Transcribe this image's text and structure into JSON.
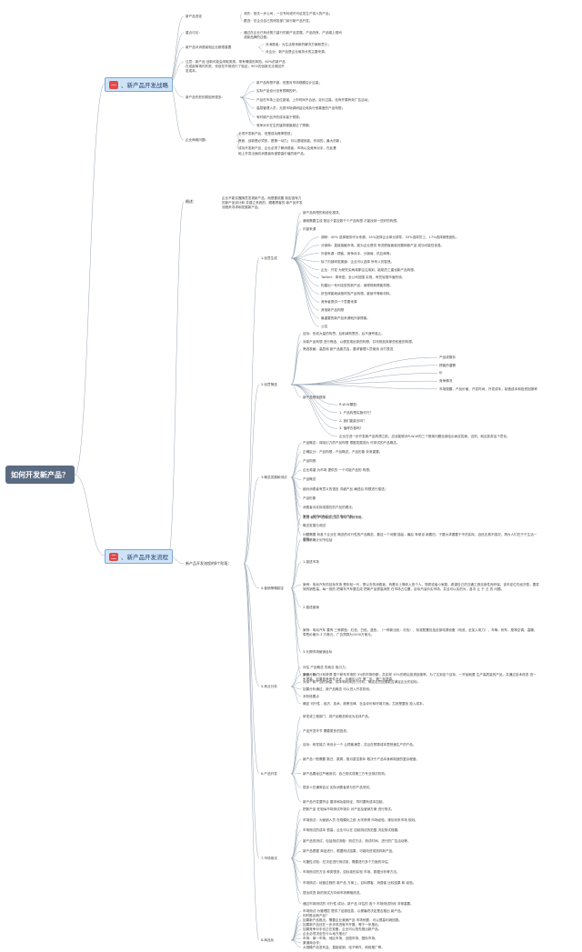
{
  "root": "如何开发新产品？",
  "branches": [
    {
      "num": "一",
      "label": "、新产品开发战略"
    },
    {
      "num": "二",
      "label": "、新产品开发流程"
    }
  ],
  "strategy": {
    "nodes": [
      {
        "label": "新产品进攻",
        "items": [
          "领先：抢先一步公司，一旦专利或许可证发生产将人的产品；",
          "跟进：仿企业自己的研发部门亲行新产品开发。"
        ]
      },
      {
        "label": "重点讨论：",
        "items": [
          "通过在企业已有优势力量行的新产品发展，产品改良，产品增上规司或新品牌的过程。"
        ]
      },
      {
        "label": "新产品对消费者相企业都很重要",
        "items": [
          "对消费者：为生活带来新的解决方案和意义；",
          "对企业：新产品是企业维持长的主要来源。"
        ]
      },
      {
        "label": "注意：新产品 创新可能会采取类类。带有情感的风险。60%的新产品在成起商场内失败，安信在市场进行了验证；90%的创新无法收回开发成本。",
        "items": []
      },
      {
        "label": "新产品失败的原因有很多：",
        "items": [
          "新产品构想不错，但是对市场规模估计过高；",
          "实际产品设计没有预期的好；",
          "产品在市场上定位错误，上市时间不合适，定价过高，没有开展有效广告活动；",
          "高层管理人员，无视市场调研结论而执行他喜爱的产品构想；",
          "有时候产品开的成本高于预算；",
          "竞争对手在生的猛烈程度超过了预期。"
        ]
      },
      {
        "label": "企业两难问题：",
        "items": [
          "必须开发新产品，但是成功概率很低；",
          "然而，创新是必须的，是第一动力；可以提增效能、作用的，最大的新；",
          "成功开发新产品，企业必须了解消费者，市场以及竞争对手，在此基础上开发出面向消费者传递更高价值的新产品。"
        ]
      }
    ]
  },
  "process": {
    "overview_label": "概述：",
    "overview_text": "企业不能仅靠随意发现新产品，而是要依靠 制定强有力的新产品设计和 并建立系统的、跟着顾客的 新产品开发流程来寻求和发展新产品。",
    "stages_label": "新产品开发流程的8个阶段：",
    "stages": [
      {
        "label": "1.创意生成",
        "items": [
          "新产品构想的系统化搜寻。",
          "通常需要生成 数百个甚至数千个产品构想 才能找到一些好的构想。",
          "内部来源",
          "调研：40% 选择服务作为来源，35%选择企业单元领导，33%选择员工，17%选择销售团队。",
          "分销商：直接接触市场，能为企业提供 有关顾客面临问题和新产品 成功可能性信息。",
          "外部来源：顾客、竞争对手、分销商、供应商等；",
          "除了内部研发渠道：企业可以选择 所有人的智慧。",
          "企业：开发 为研究买两将那往往用到，能助员工建设新产品构想。",
          "Twitter：革来型。全公司范围 实现，有些较语市面的领。",
          "构建出一系列法型的新产品，使得现和顾客构想。",
          "挤压得能继续按样的产品构想，被使不等新材料。",
          "竞争者提供一个意要来源",
          "其他新产品构想",
          "最重要的新产品来源就外部顾客。",
          "公告"
        ]
      },
      {
        "label": "2.创意筛选",
        "items": [
          "目标：形成大量的构思；后削减构思的，后不速夸诞止。",
          "对新产品构想 进行筛选，以便发现优秀的构想，并尽快放弃那些较差的构想。",
          "筛选表格：高层和 新产品委员会，要求管理人员使用 对打表进",
          "产品或服务",
          "顾客的潜需",
          "价",
          "竞争情况",
          "市场规模，产品价格，开发时间，开发成本，制造成本和投资回报率",
          "新产品筛选框架",
          "R-W-W模型：",
          "1. 产品构想实施可行？",
          "2. 我们能能去吗？",
          "3. 值得去做吗？",
          "企业在进一步开发新产品构想之前，应该能够对R-W-W的三个框架问题全部给出肯定答案。否则，就应放弃这个意化。"
        ]
      },
      {
        "label": "3.概念发展和测试",
        "items": [
          "产品概念：将吸引力的产品构想 根据发展成为 可测试的产品概念。",
          "正确区分：产品构想，产品概念，产品形象 非常重要。",
          "产品构想",
          "企业希望 为市场 提供的 一个可能产品的 构想；",
          "产品概念",
          "细对消费者有意义的语言 详细产品 阐述后 构想进行描述；",
          "产品形象",
          "消费者对实际或潜在的产品的看法。",
          "案例：某电动车企业 开发电动汽车",
          "概念发展与测试",
          "问题需要 有各个企业在 概念的可行性的产品概念，要这一个问题 描绘：最后 有助设 新要历，于要大求要要于不的实际，自信无具不感况，再为人们在于于生活一些的。"
        ]
      },
      {
        "label": "4.营销策略制定",
        "items": [
          "发现 最佳 产品概念之后，制订 营销策略。",
          "营销策略计划书包括",
          "1.描述市场",
          "案例：电动汽车的目标市场 是年轻一代，是以去的消费者，有着手上等收入的个人、物质或者小家庭，希望自己的交通工具实用性而环保。该车定位在经济型。要发努的销售量。每一批的 把增车汽车要达成 把新产品提高消售 在市场占位置，目标汽油价实市场，并且可以实的为，各次 让 于 占 的 问题。",
          "2.描述营销",
          "案例：电动汽车 要有 三种颜色：红色、白色、蓝色，（一种新出色：灰色），标准配置包括全部电源设备（电池，全加入电力），车辆，刹车，座椅空调，温暖。零售价格为 3 万美元。广告预算为1000万美元。",
          "3.长期市场营销目标",
          "案例：我们计划获得 整个轿车市场的 3%的市场份额，并实现 15%的税后投资回报率。为了达到这个目标，一开始就要 生产高质量的产品，并通过技术改进 进一步提高。如果竞争条件允许，价格可以在 第二年、第三年提高。"
        ]
      },
      {
        "label": "5.商业分析",
        "items": [
          "评估 产品概念 的商业 吸引力。",
          "商业分析",
          "对某个新产品的销量、成本和利润进行分析，确定这些因素能否满足企业的目标。",
          "如果分析通过，新产品概念 可以进入开发阶段。",
          "本阶段要点",
          "确定 可行性 - 经济、技术、政策法律、社会评价和环境方面。尤其是要找 投入成本。"
        ]
      },
      {
        "label": "6.产品开发",
        "items": [
          "研发或工程部门，将产品概念转化为实体产品。",
          "产品开发环节 需要更多的投资。",
          "目标：研发能力 来设计一个 让顾客满意，并且在预算成本里快速生产的产品。",
          "新产品一般需要 数日，数周，数月甚至数年 取决于产品本身和制造的复杂程度。",
          "新产品要经过严格测试，自己测试或第三方专业测试机构。",
          "很多人在通常会议 实际消费者参与的产品测试。",
          "新产品开发要符合 要求和功能特征，同时要有成本控制。"
        ]
      },
      {
        "label": "7.市场测试",
        "items": [
          "把新产品 在相似市场测试环境中 对产品及营销方案 进行测试。",
          "市场测试：为营销人员 在规模化之前 大学获得 市场经验，规划未来市场 规划。",
          "市场测试的成本 很高，企业可以在 控制测试的范围 决定测试规模。",
          "新产品的测试，包括测试流程：测试方法、测试时间、进行的广告活动等。",
          "新产品根据 商品进行，根据测试结果，可能改进或放弃新产品。",
          "可靠性试验：在决定进行测试前，需要进行多个方面的评估。",
          "市场测试的方法 种类很多，如标准的实验 市场、数据分析等方法。",
          "市场测试：经营过程的 新产品 方案上，目标顾客、消费者 比较结果 和 经验。",
          "提出改进 新的测试方向和市场策略改进。",
          "通过市场测试的 可行性 成功，新产品 评估的 各个 市场测试阶段 非常重要。"
        ]
      },
      {
        "label": "8.商品化",
        "items": [
          "市场测试 为管理层 提供了足够信息，以便最终决定是否推出 新产品。",
          "何时推出新产品？",
          "如果新产品推出，需要企业营销产品 市场份额，可以提高利润回报。",
          "如果新产品还在一步步改进就不开展，等于一年推出。",
          "如果竞争对手也正在准备，企业可以抢先推出新产品。",
          "企业必须决定在什么地方推出？",
          "市场：单一市场、地区市场、全国市场、国际市场。",
          "渠道商合作；",
          "大规模产品发布会、直接促销、电子邮件、网络推广等。"
        ]
      }
    ]
  }
}
